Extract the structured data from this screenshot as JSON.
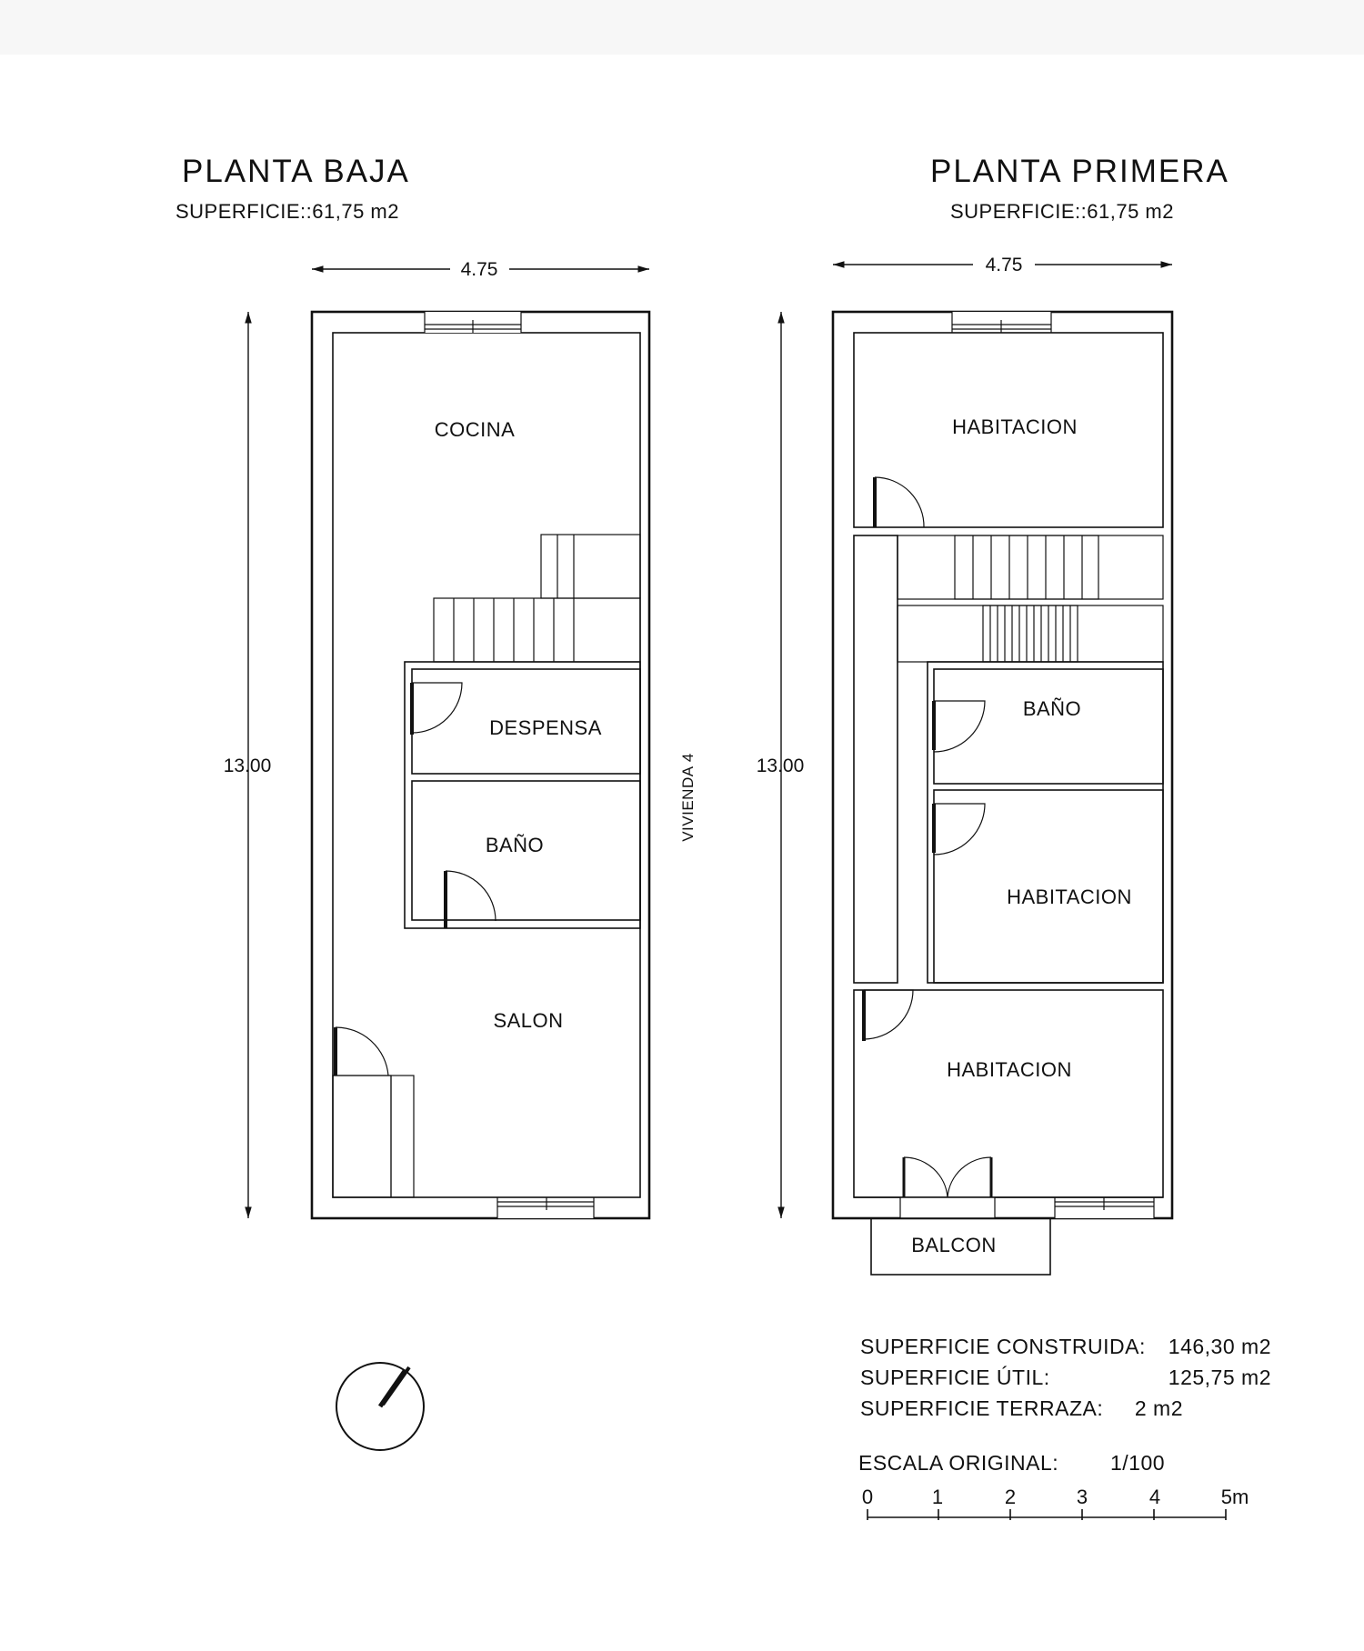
{
  "ground_floor": {
    "title": "PLANTA BAJA",
    "area": "SUPERFICIE::61,75 m2",
    "width_dim": "4.75",
    "height_dim": "13.00",
    "rooms": {
      "cocina": "COCINA",
      "despensa": "DESPENSA",
      "bano": "BAÑO",
      "salon": "SALON"
    }
  },
  "first_floor": {
    "title": "PLANTA PRIMERA",
    "area": "SUPERFICIE::61,75 m2",
    "width_dim": "4.75",
    "height_dim": "13.00",
    "rooms": {
      "habitacion_1": "HABITACION",
      "bano": "BAÑO",
      "habitacion_2": "HABITACION",
      "habitacion_3": "HABITACION",
      "balcon": "BALCON"
    }
  },
  "party_wall_label": "VIVIENDA 4",
  "summary": {
    "rows": [
      {
        "label": "SUPERFICIE CONSTRUIDA:",
        "value": "146,30 m2"
      },
      {
        "label": "SUPERFICIE ÚTIL:",
        "value": "125,75 m2"
      },
      {
        "label": "SUPERFICIE TERRAZA:",
        "value": "2 m2"
      }
    ],
    "scale_label": "ESCALA ORIGINAL:",
    "scale_value": "1/100",
    "scale_ticks": [
      "0",
      "1",
      "2",
      "3",
      "4",
      "5m"
    ]
  },
  "icons": {
    "north_arrow": "north-arrow-icon"
  }
}
